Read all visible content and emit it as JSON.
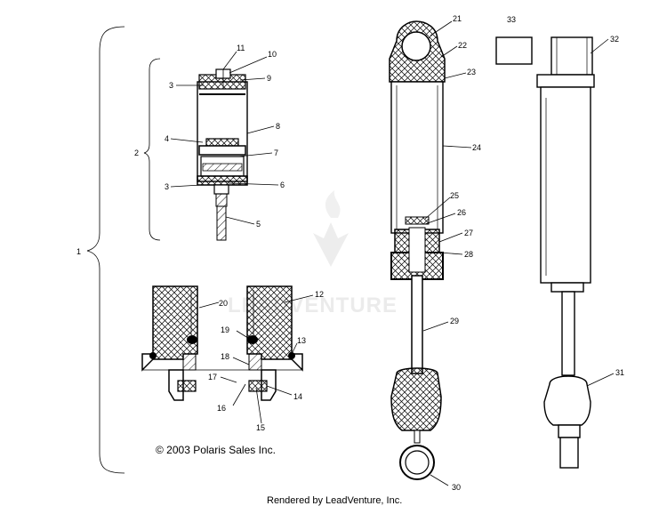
{
  "callouts": {
    "c1": "1",
    "c2": "2",
    "c3a": "3",
    "c3b": "3",
    "c4": "4",
    "c5": "5",
    "c6": "6",
    "c7": "7",
    "c8": "8",
    "c9": "9",
    "c10": "10",
    "c11": "11",
    "c12": "12",
    "c13": "13",
    "c14": "14",
    "c15": "15",
    "c16": "16",
    "c17": "17",
    "c18": "18",
    "c19": "19",
    "c20": "20",
    "c21": "21",
    "c22": "22",
    "c23": "23",
    "c24": "24",
    "c25": "25",
    "c26": "26",
    "c27": "27",
    "c28": "28",
    "c29": "29",
    "c30": "30",
    "c31": "31",
    "c32": "32",
    "c33": "33"
  },
  "copyright": "© 2003 Polaris Sales Inc.",
  "footer": "Rendered by LeadVenture, Inc.",
  "watermark": {
    "text": "LEADVENTURE",
    "color": "#d8d8d8"
  }
}
